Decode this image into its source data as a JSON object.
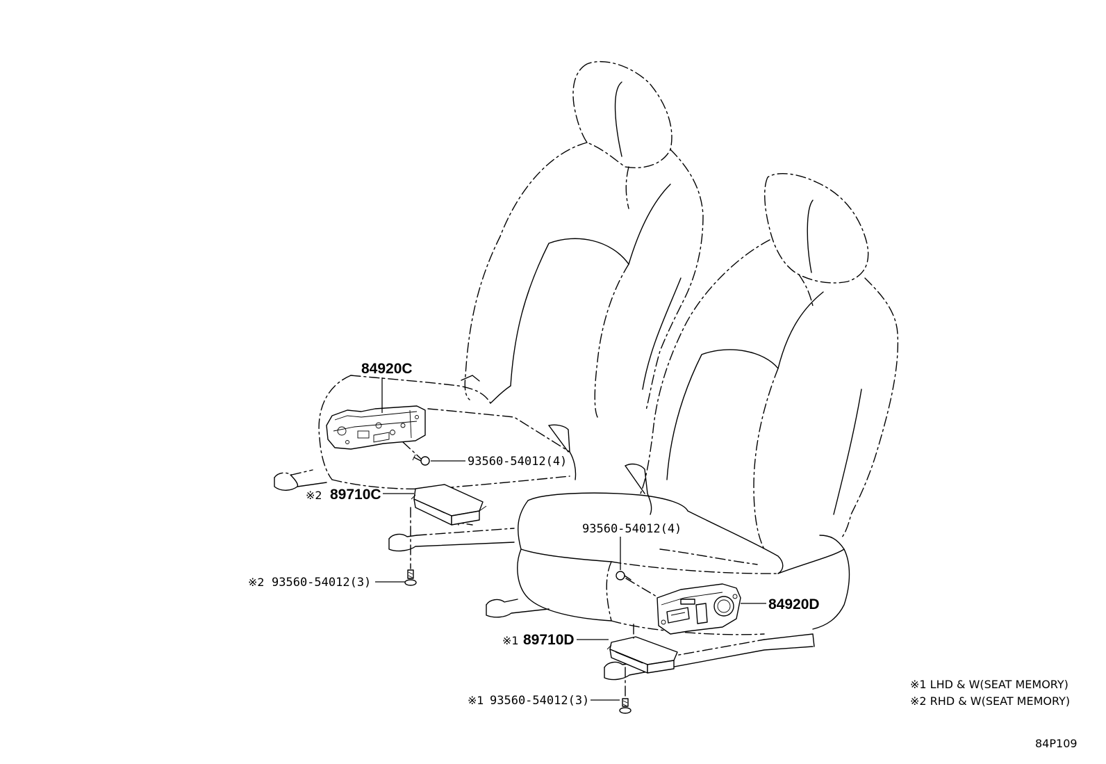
{
  "callouts": {
    "c_84920C": {
      "text": "84920C"
    },
    "c_93560_upper": {
      "text": "93560-54012(4)"
    },
    "c_89710C": {
      "mark": "※2",
      "text": "89710C"
    },
    "c_93560_leftbolt": {
      "mark": "※2",
      "text": "93560-54012(3)"
    },
    "c_93560_mid": {
      "text": "93560-54012(4)"
    },
    "c_84920D": {
      "text": "84920D"
    },
    "c_89710D": {
      "mark": "※1",
      "text": "89710D"
    },
    "c_93560_bottombolt": {
      "mark": "※1",
      "text": "93560-54012(3)"
    }
  },
  "notes": [
    {
      "text": "※1 LHD & W(SEAT MEMORY)"
    },
    {
      "text": "※2 RHD & W(SEAT MEMORY)"
    }
  ],
  "diagram_code": "84P109"
}
